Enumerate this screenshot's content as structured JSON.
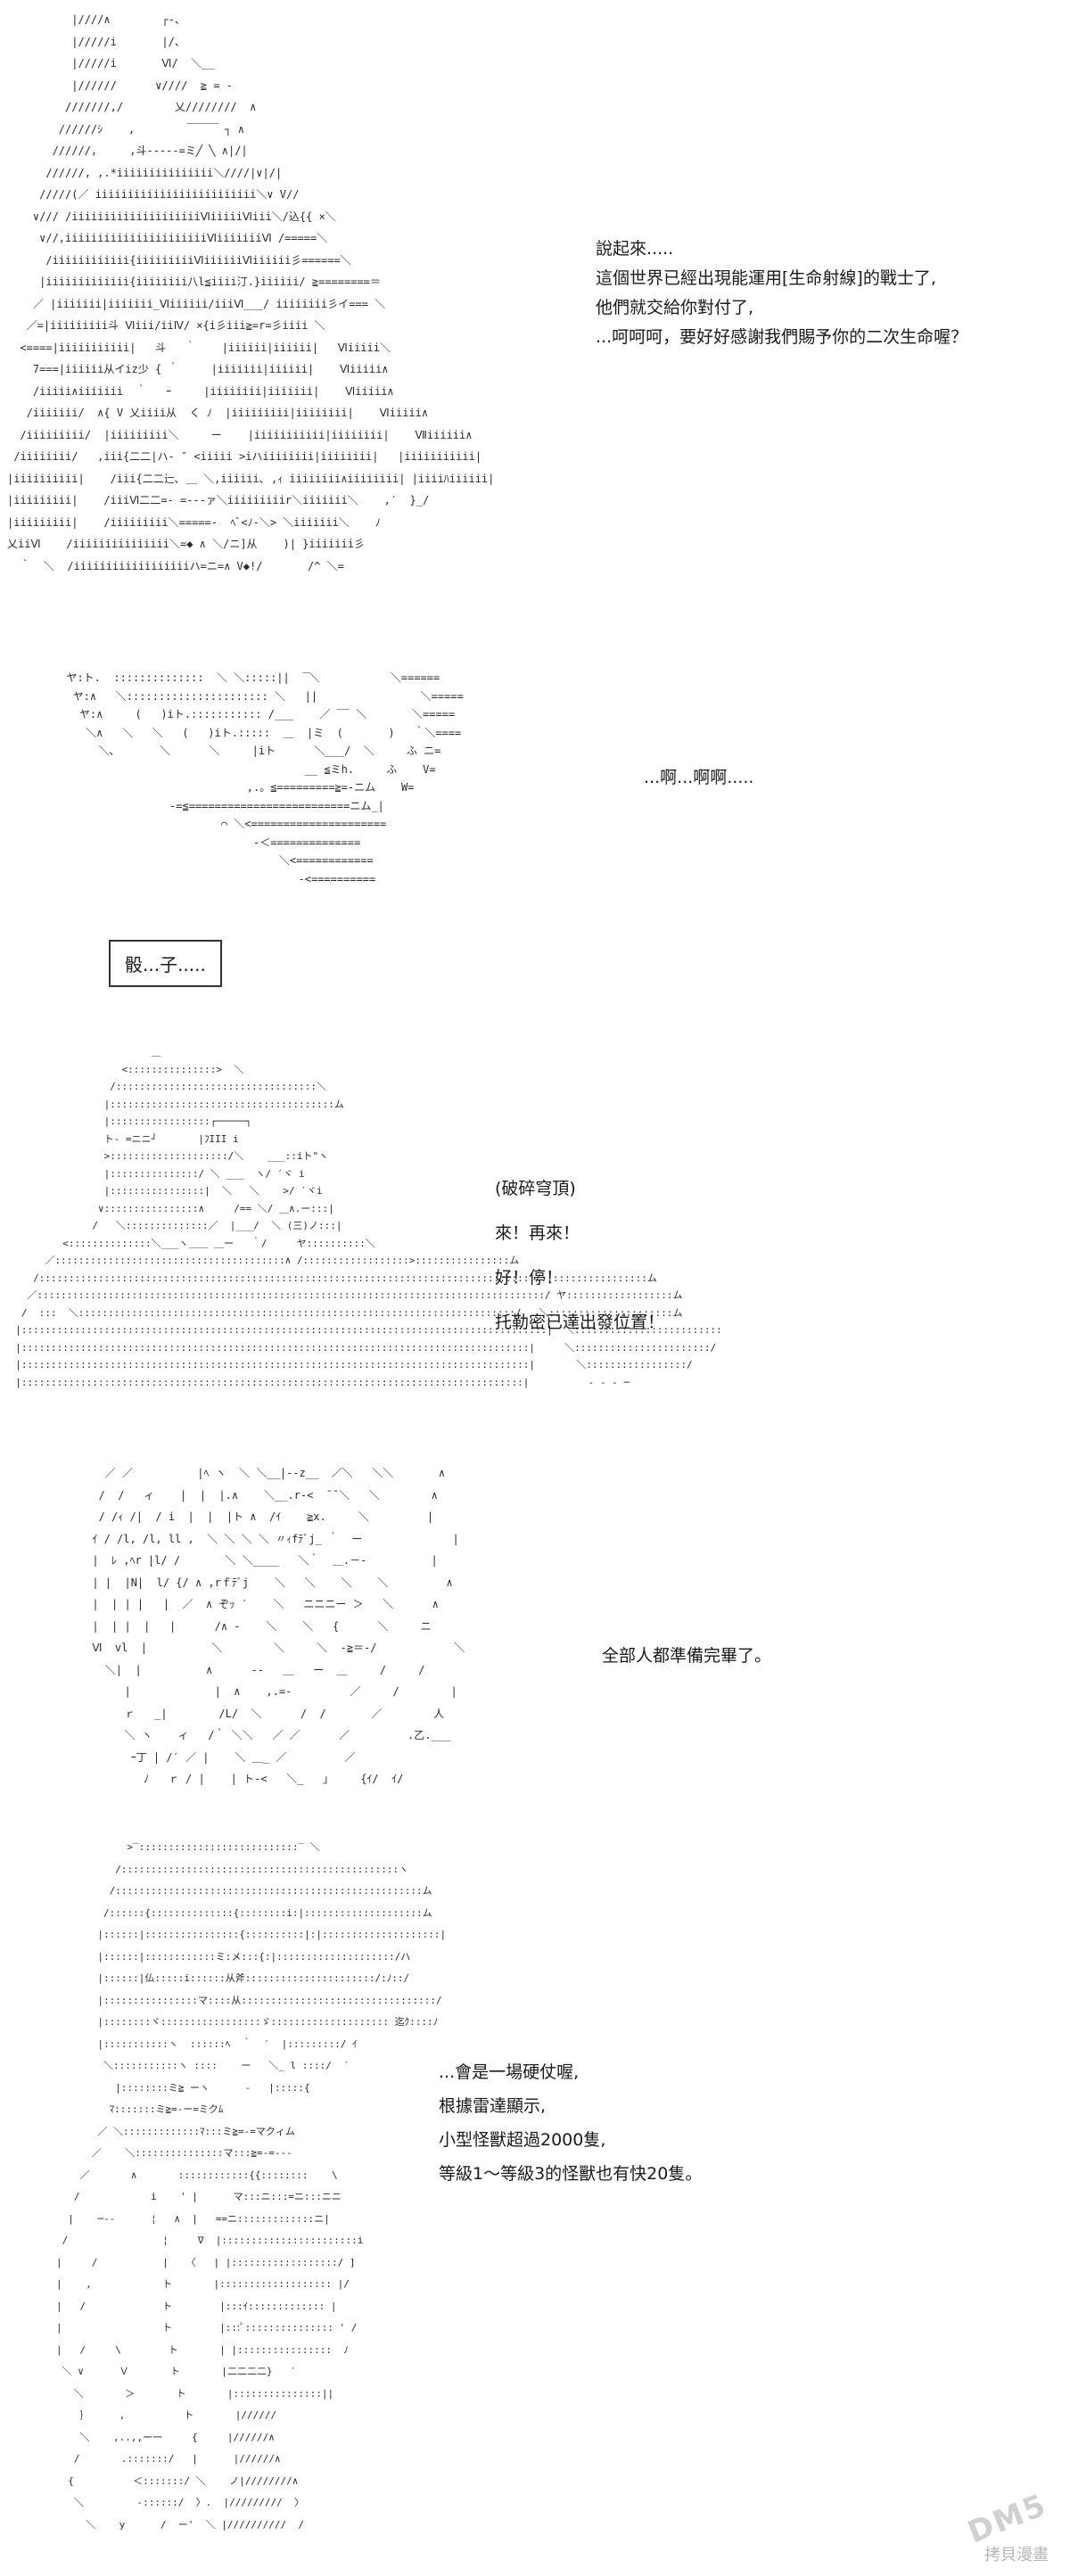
{
  "panels": [
    {
      "id": "p1",
      "art": "          |////∧        ┌-、\n          |/////i       |/、\n          |/////i       Ⅵ/  ＼__\n          |//////      ∨////  ≧ = ‐\n         ///////,/        乂////////  ∧\n        //////ｼ    ,        ￣￣￣ ┐ ∧\n       //////,     ,斗‐‐‐‐‐=ミ╱ ╲ ∧|/|\n      //////, ,.*iiiiiiiiiiiiiii＼////|∨|/|\n     /////(／ iiiiiiiiiiiiiiiiiiiiiiiii＼∨ V//\n    ∨/// /iiiiiiiiiiiiiiiiiiiiⅥiiiiiⅥiii＼/込{{ ×＼\n     ∨//,iiiiiiiiiiiiiiiiiiiiiiⅥiiiiiiiⅥ /=====＼\n      /iiiiiiiiiiii{iiiiiiiiiⅥiiiiiiⅥiiiiii彡======＼\n     |iiiiiiiiiiiii{iiiiiiii八l≦iiii汀.}iiiiii/ ≧========＝\n    ／ |iiiiiii|iiiiiii_Ⅵiiiiii/iiiⅥ___/ iiiiiiii彡イ=== ＼\n   ／=|iiiiiiiii斗 Ⅵiii/iiⅣ/ ×{i彡iii≧=r=彡iiii ＼\n  <====|iiiiiiiiiii|   斗   ｀    |iiiiii|iiiiii|   Ⅵiiiii＼\n    7===|iiiiii从イiz少 { ｀     |iiiiiii|iiiiii|    Ⅵiiiii∧\n    /iiiii∧iiiiiii  ｀   ｰ     |iiiiiiii|iiiiiii|    Ⅵiiiii∧\n   /iiiiiii/  ∧{ V 乂iiii从  く ﾉ  |iiiiiiiii|iiiiiiii|    Ⅵiiiii∧\n  /iiiiiiiii/  |iiiiiiiii＼     ー    |iiiiiiiiiii|iiiiiiii|    Ⅶiiiiii∧\n /iiiiiiii/   ,iii{二二|ハ‐ ″ <iiiii >iハiiiiiiii|iiiiiiii|   |iiiiiiiiiii|\n|iiiiiiiiii|    /iii{二二辷､ ＿ ＼,iiiiii､ ,ｨ iiiiiiii∧iiiiiiii| |iiiiﾊiiiiii|\n|iiiiiiiii|    /iiiⅥ二二=‐ =‐‐‐ァ＼iiiiiiiiir＼iiiiiii＼    ,′  }_/\n|iiiiiiiii|    /iiiiiiiii＼=====-  ﾍﾞ<ﾉ‐＼> ＼iiiiiii＼    ﾉ\n乂iiⅥ    /iiiiiiiiiiiiiii＼=◆ ∧ ＼/ニ]从    )| }iiiiiii彡\n  ｀  ＼  /iiiiiiiiiiiiiiiiiiハ=ニ=∧ V◆!/       /^ ＼=",
      "dialog": [
        "說起來.....",
        "這個世界已經出現能運用[生命射線]的戰士了,",
        "他們就交給你對付了,",
        "...呵呵呵，要好好感謝我們賜予你的二次生命喔？"
      ]
    },
    {
      "id": "p2",
      "art": "  ヤ:ト.  ::::::::::::::  ＼ ＼:::::||  ‾＼           ＼======\n   ヤ:∧   ＼:::::::::::::::::::::: ＼   ||                ＼=====\n    ヤ:∧     (   )iト.::::::::::: /___    ／ ‾‾ ＼       ＼=====\n     ＼∧   ＼   ＼   (   )iト.:::::  ＿  |ミ  (       )   ｀＼====\n       ＼､       ＼      ＼     |iト      ＼___/  ＼     ふ ニ=\n                                       __ ≦ミh.     ふ    V=\n                              ,.。≦=========≧=‐ニム    W=\n                  ‐=≦=========================ニム_|\n                          ⌒ ＼<=====================\n                               ‐＜============== \n                                   ＼<============\n                                      ‐<==========",
      "dialog": [
        "...啊...啊啊....."
      ]
    },
    {
      "id": "p3",
      "box": "骰...子....."
    },
    {
      "id": "p4",
      "art": "                         ＿\n                    <:::::::::::::::>  ＼\n                  /::::::::::::::::::::::::::::::::::＼\n                 |::::::::::::::::::::::::::::::::::::::ム\n                 |:::::::::::::::::┌─────┐\n                 ト‐ =ニニ┘       |ﾌIII i\n                 >::::::::::::::::::::/＼    ___::iト\"ヽ\n                 |:::::::::::::::/ ＼ ___  ヽ/ ′ヾ i\n                 |::::::::::::::::|  ＼   ＼    >/ ′ヾi\n                ∨::::::::::::::::∧     /== ＼/ ＿∧.ー:::|\n               /   ＼::::::::::::::／  |___/  ＼ (三)ノ:::|\n          <::::::::::::::＼___ヽ＿＿ ＿ー   ｀/     ヤ::::::::::＼\n       ／:::::::::::::::::::::::::::::::::::::::∧ /::::::::::::::::::>::::::::::::::::ム\n     /::::::::::::::::::::::::::::::::::::::::::::::::::::::::::::::::::::::::::::::::::::/::::::::::::::::::ム\n    ／::::::::::::::::::::::::::::::::::::::::::::::::::::::::::::::::::::::::::::::::::::::/ ヤ::::::::::::::::::ム\n   /  :::  ＼::::::::::::::::::::::::::::::::::::::::::::::::::::::::::::::::::::::::::/   ＼:::::::::::::::::::::ム\n  |:::::::::::::::::::::::::::::::::::::::::::::::::::::::::::::::::::::::::::::::::::::::::|  ＼:::::::::::::::::::::::::\n  |::::::::::::::::::::::::::::::::::::::::::::::::::::::::::::::::::::::::::::::::::::::|     ＼:::::::::::::::::::::::/\n  |::::::::::::::::::::::::::::::::::::::::::::::::::::::::::::::::::::::::::::::::::::::|       ＼:::::::::::::::::/\n  |:::::::::::::::::::::::::::::::::::::::::::::::::::::::::::::::::::::::::::::::::::::|          ‐ ‐ ‐ ─",
      "dialog": [
        "(破碎穹頂)",
        "來！再來！",
        "好！停！",
        "托勒密已達出發位置！"
      ]
    },
    {
      "id": "p5",
      "art": "        ／ ／          |ﾍ ヽ  ＼ ＼__|‐‐z__  ／＼   ＼＼       ∧\n       /  /   ィ    |  |  |.∧    ＼__.r‐<  ̄ ̄ ＼   ＼        ∧\n       / /ｨ /|  / i  |  |  |ト ∧  /ｲ    ≧x.     ＼         |\n      ｲ / /l, /l, ll ,  ＼ ＼ ＼ ＼ 〃ｨfﾃﾞj_ ｀  ー              |\n      |  ﾚ ,ﾍr |l/ /       ＼ ＼____   ＼｀  ＿.－‐          |\n      | |  |N|  l/ {/ ∧ ,rｆﾃﾞj    ＼   ＼    ＼    ＼         ∧\n      |  | | |   |  ／  ∧ ぞｯ ′    ＼   ニニニー ＞   ＼      ∧\n      |  | |  |   |      /∧ ‐    ＼    ＼   {      ＼     ニ\n      Ⅵ  vl  |          ＼        ＼     ＼  ‐≧＝‐/            ＼\n        ＼|  |          ∧      ‐‐   ＿   ー  ＿     /     /\n           |             |  ∧    ,.=‐         ／     /        |\n           ｒ   _|        /L/  ＼      /  /       ／        人\n           ＼ ヽ    ィ   /｀ ＼＼   ／ ／      ／         .乙.___\n            ｰ丁 | /′ ／ |    ＼ ＿_ ／         ／\n              ﾉ   ｒ / |    | ト‐<   ＼_   ｣     {ｲ/  ｲ/",
      "dialog": [
        "全部人都準備完畢了。"
      ]
    },
    {
      "id": "p6",
      "art": "                    >‾:::::::::::::::::::::::::::‾ ＼\n                  /:::::::::::::::::::::::::::::::::::::::::::::::ヽ\n                 /::::::::::::::::::::::::::::::::::::::::::::::::::::ム\n                /::::::{::::::::::::::{::::::::i:|::::::::::::::::::::ム\n               |::::::|::::::::::::::::{::::::::::|:|::::::::::::::::::::|\n               |::::::|::::::::::::ミ:メ:::{:|::::::::::::::::::::/ハ\n               |::::::|仏:::::i::::::从斧::::::::::::::::::::::/:ﾉ::/\n               |::::::::::::::::マ::::从:::::::::::::::::::::::::::::::::/\n               |::::::::ヾ:::::::::::::::::ゞ:::::::::::::::::::: 迄ｸ::::ﾉ\n               |:::::::::::ヽ  ::::::ﾍ  ｀  ′  |:::::::::/ ｲ\n                ＼:::::::::::ヽ ::::    ー   ＼_ l ::::/  ′\n                  |::::::::ミ≧ ーヽ      ‐   |:::::{\n                 ﾏ:::::::ミ≧=‐ー=ミクﾑ\n               ／ ＼:::::::::::::ﾏ:::ミ≧=‐=マクィム\n              ／    ＼:::::::::::::::マ:::≧=‐=‐‐‐\n            ／       ∧       ::::::::::::{{::::::::    \\\n           /            i    ' |      マ:::ニ:::=ニ:::ニニ\n          |    ─‐‐      ¦   ∧  |   ==ニ:::::::::::::ニ|\n         /                ¦     ∇  |:::::::::::::::::::::::i\n        |     /           |   〈   | |::::::::::::::::::/ ]\n        |    ,            ト       |::::::::::::::::::: |/\n        |   /             ト        |:::ｲ::::::::::::: |\n        |                 ト        |:::ﾟ::::::::::::::: ' /\n        |   /     \\        ト       | |::::::::::::::::  ﾉ\n         ＼ ∨      Ｖ       ト       |二二二二}   ′\n           ＼       ＞       ト       |:::::::::::::::||\n            ｝     ,          ト       |//////\n            ＼    ,..,,ー一     {     |//////∧\n           /       .:::::::/   |      |//////∧\n          {          ＜:::::::/ ＼    ノ|////////∧\n           ＼         ‐::::::/  〉.  |/////////  〉\n             ＼    y      /  ー'  ＼ |//////////  /",
      "dialog": [
        "...會是一場硬仗喔,",
        "根據雷達顯示,",
        "小型怪獸超過2000隻,",
        "等級1～等級3的怪獸也有快20隻。"
      ]
    }
  ],
  "watermark": {
    "logo": "DM5",
    "caption": "拷貝漫畫"
  }
}
